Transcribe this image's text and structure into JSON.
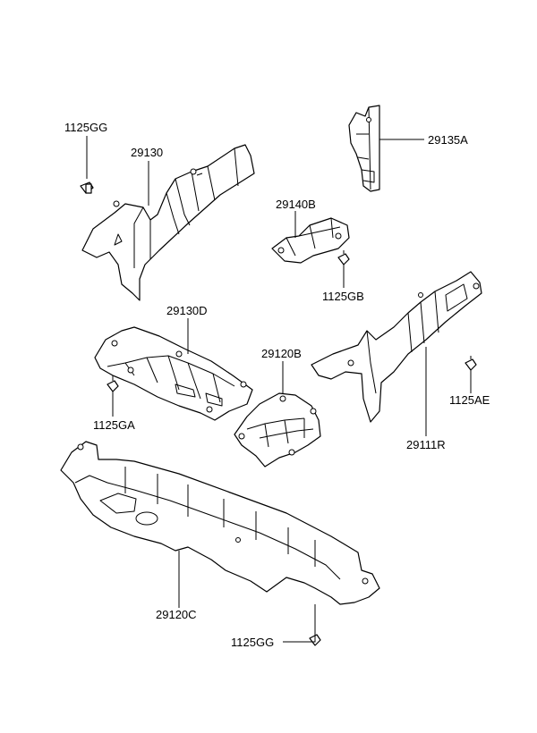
{
  "labels": {
    "l_1125gg_top": "1125GG",
    "l_29130": "29130",
    "l_29135a": "29135A",
    "l_29140b": "29140B",
    "l_1125gb": "1125GB",
    "l_29130d": "29130D",
    "l_29120b": "29120B",
    "l_1125ga": "1125GA",
    "l_1125ae": "1125AE",
    "l_29111r": "29111R",
    "l_29120c": "29120C",
    "l_1125gg_bottom": "1125GG"
  },
  "colors": {
    "line": "#000000",
    "background": "#ffffff"
  }
}
